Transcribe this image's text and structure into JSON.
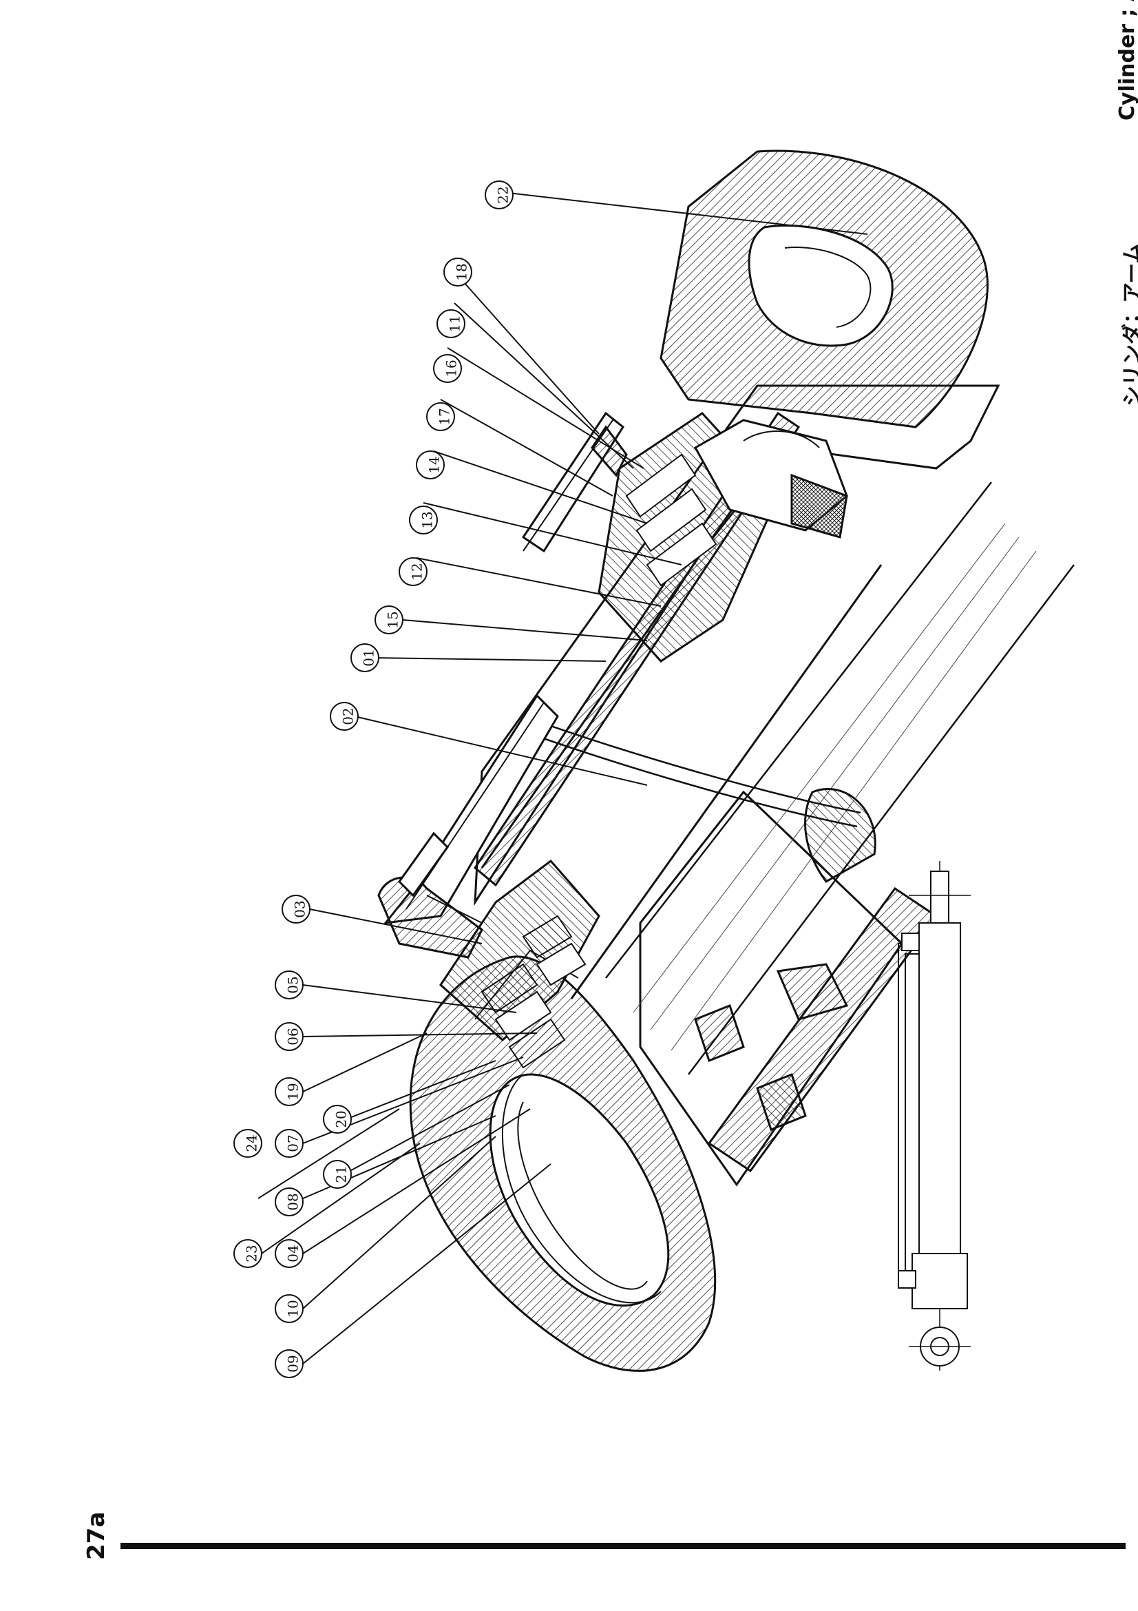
{
  "header": {
    "title_ja": "シリンダ；アーム",
    "title_en": "Cylinder ; Arm",
    "page_number": "27a"
  },
  "callouts": [
    {
      "id": "22"
    },
    {
      "id": "18"
    },
    {
      "id": "11"
    },
    {
      "id": "16"
    },
    {
      "id": "17"
    },
    {
      "id": "14"
    },
    {
      "id": "13"
    },
    {
      "id": "12"
    },
    {
      "id": "15"
    },
    {
      "id": "01"
    },
    {
      "id": "02"
    },
    {
      "id": "03"
    },
    {
      "id": "05"
    },
    {
      "id": "06"
    },
    {
      "id": "19"
    },
    {
      "id": "20"
    },
    {
      "id": "07"
    },
    {
      "id": "21"
    },
    {
      "id": "24"
    },
    {
      "id": "08"
    },
    {
      "id": "04"
    },
    {
      "id": "23"
    },
    {
      "id": "10"
    },
    {
      "id": "09"
    }
  ]
}
